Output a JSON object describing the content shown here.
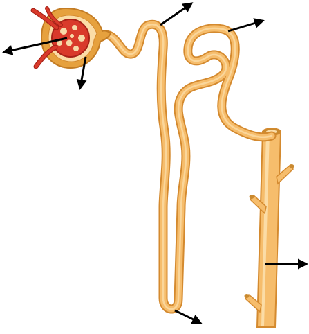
{
  "diagram": {
    "subject": "nephron",
    "label_text": [],
    "pointer_arrows": [
      {
        "id": "arrow-glomerulus"
      },
      {
        "id": "arrow-bowmans-capsule"
      },
      {
        "id": "arrow-proximal-tubule"
      },
      {
        "id": "arrow-distal-tubule"
      },
      {
        "id": "arrow-loop-of-henle"
      },
      {
        "id": "arrow-collecting-duct"
      }
    ],
    "colors": {
      "tubule_fill": "#f6bd6c",
      "tubule_outline": "#d48a2f",
      "tubule_highlight": "#fbdca6",
      "capsule_fill": "#e6a13e",
      "blood_vessel": "#d93a2b",
      "blood_vessel_dark": "#a82218",
      "arrow": "#000000",
      "background": "#ffffff"
    }
  }
}
